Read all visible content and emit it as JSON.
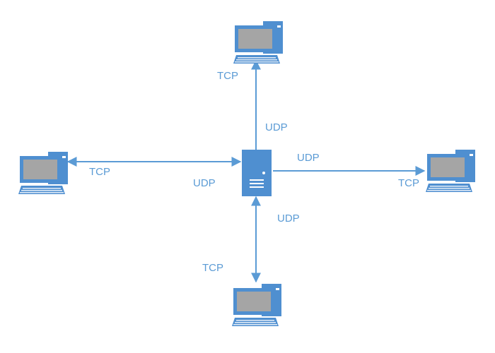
{
  "colors": {
    "accent": "#5b9bd5",
    "device_fill": "#4f8fd0",
    "screen": "#a5a5a5",
    "background": "#ffffff"
  },
  "nodes": {
    "server": {
      "icon": "server-icon"
    },
    "top_computer": {
      "icon": "computer-icon"
    },
    "left_computer": {
      "icon": "computer-icon"
    },
    "right_computer": {
      "icon": "computer-icon"
    },
    "bottom_computer": {
      "icon": "computer-icon"
    }
  },
  "links": {
    "top": {
      "udp_label": "UDP",
      "tcp_label": "TCP"
    },
    "left": {
      "udp_label": "UDP",
      "tcp_label": "TCP"
    },
    "right": {
      "udp_label": "UDP",
      "tcp_label": "TCP"
    },
    "bottom": {
      "udp_label": "UDP",
      "tcp_label": "TCP"
    }
  }
}
